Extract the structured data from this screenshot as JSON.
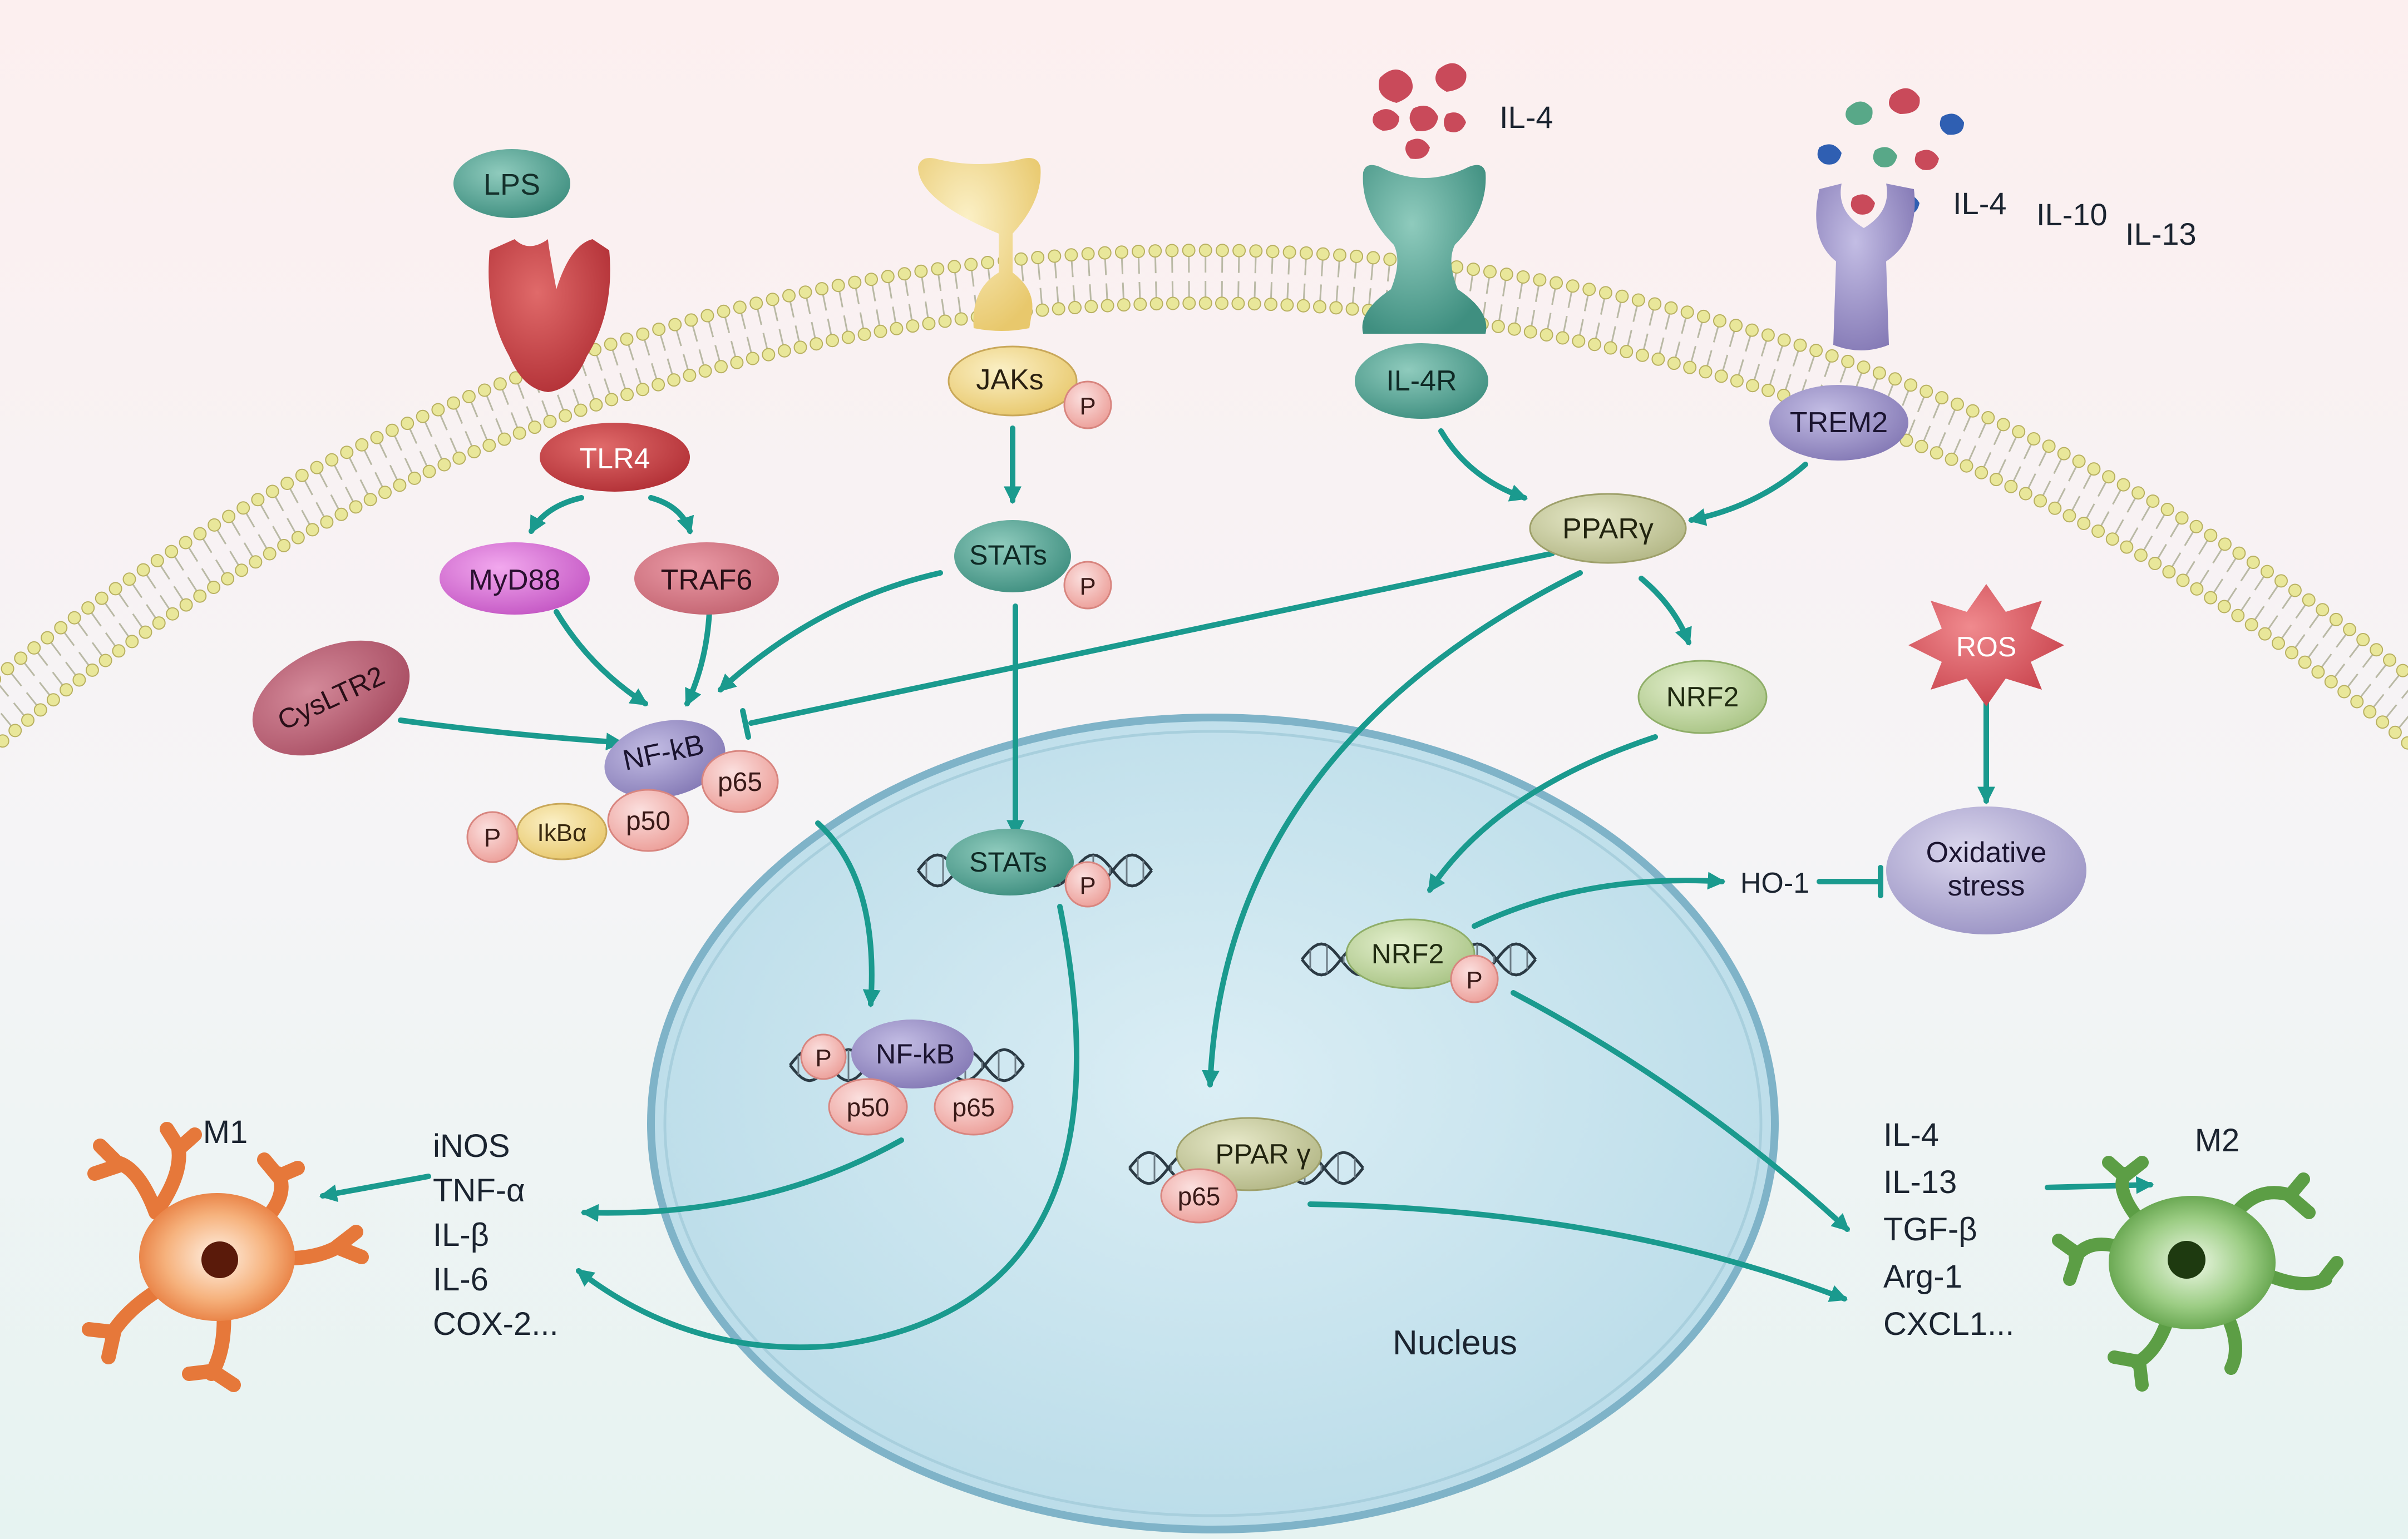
{
  "receptors": {
    "lps": "LPS",
    "tlr4": "TLR4",
    "myd88": "MyD88",
    "traf6": "TRAF6",
    "cysltr2": "CysLTR2",
    "jaks": "JAKs",
    "stats": "STATs",
    "il4_ligand": "IL-4",
    "il4r": "IL-4R",
    "trem2_ligands": [
      "IL-4",
      "IL-10",
      "IL-13"
    ],
    "trem2": "TREM2"
  },
  "cytoplasm": {
    "nfkb": "NF-kB",
    "p50": "p50",
    "p65": "p65",
    "ikba": "IkBα",
    "phospho": "P",
    "ppar": "PPARγ",
    "nrf2": "NRF2",
    "ros": "ROS",
    "ho1": "HO-1",
    "oxidative_line1": "Oxidative",
    "oxidative_line2": "stress"
  },
  "nucleus": {
    "label": "Nucleus",
    "stats": "STATs",
    "nfkb": "NF-kB",
    "p50": "p50",
    "p65": "p65",
    "nrf2": "NRF2",
    "ppar": "PPAR γ",
    "ppar_p65": "p65"
  },
  "m1": {
    "label": "M1",
    "markers": [
      "iNOS",
      "TNF-α",
      "IL-β",
      "IL-6",
      "COX-2..."
    ]
  },
  "m2": {
    "label": "M2",
    "markers": [
      "IL-4",
      "IL-13",
      "TGF-β",
      "Arg-1",
      "CXCL1..."
    ]
  },
  "colors": {
    "arrow": "#1a9a8e",
    "membrane_head": "#e9e79a",
    "nucleus_fill": "#cfe6ef",
    "tlr4": "#c9434b",
    "jak_receptor": "#f7d79a",
    "il4r": "#6aa88c",
    "trem2": "#8f85b8",
    "m1_cell": "#f08a4b",
    "m2_cell": "#66a84f"
  }
}
